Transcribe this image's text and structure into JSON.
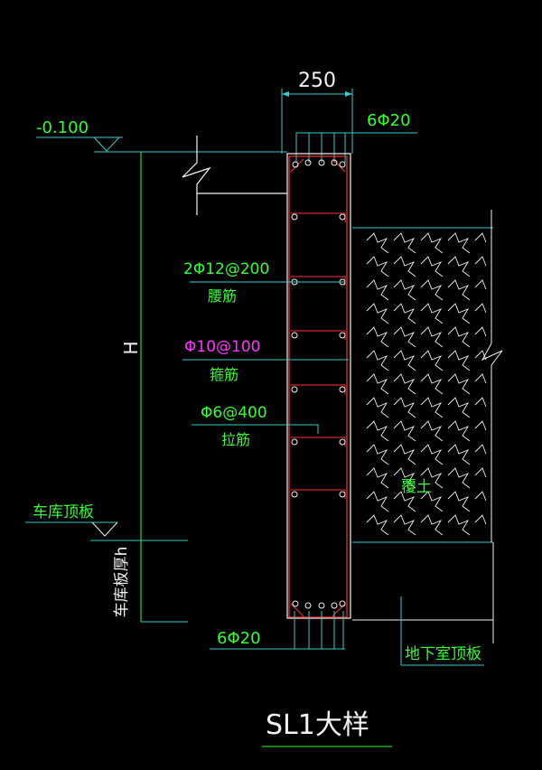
{
  "drawing": {
    "title": "SL1大样",
    "dimension_width": "250",
    "elevation_top": "-0.100",
    "height_label": "H",
    "garage_roof_label": "车库顶板",
    "garage_slab_thickness_label": "车库板厚h",
    "top_bars": "6Φ20",
    "bottom_bars": "6Φ20",
    "waist_bars_spec": "2Φ12@200",
    "waist_bars_name": "腰筋",
    "stirrups_spec": "Φ10@100",
    "stirrups_name": "箍筋",
    "tie_bars_spec": "Φ6@400",
    "tie_bars_name": "拉筋",
    "soil_label": "覆土",
    "basement_roof_label": "地下室顶板"
  },
  "colors": {
    "background": "#000000",
    "white": "#f2f2f2",
    "cyan": "#33cccc",
    "green": "#33ff33",
    "red": "#ff3333",
    "magenta": "#ff33ff"
  }
}
